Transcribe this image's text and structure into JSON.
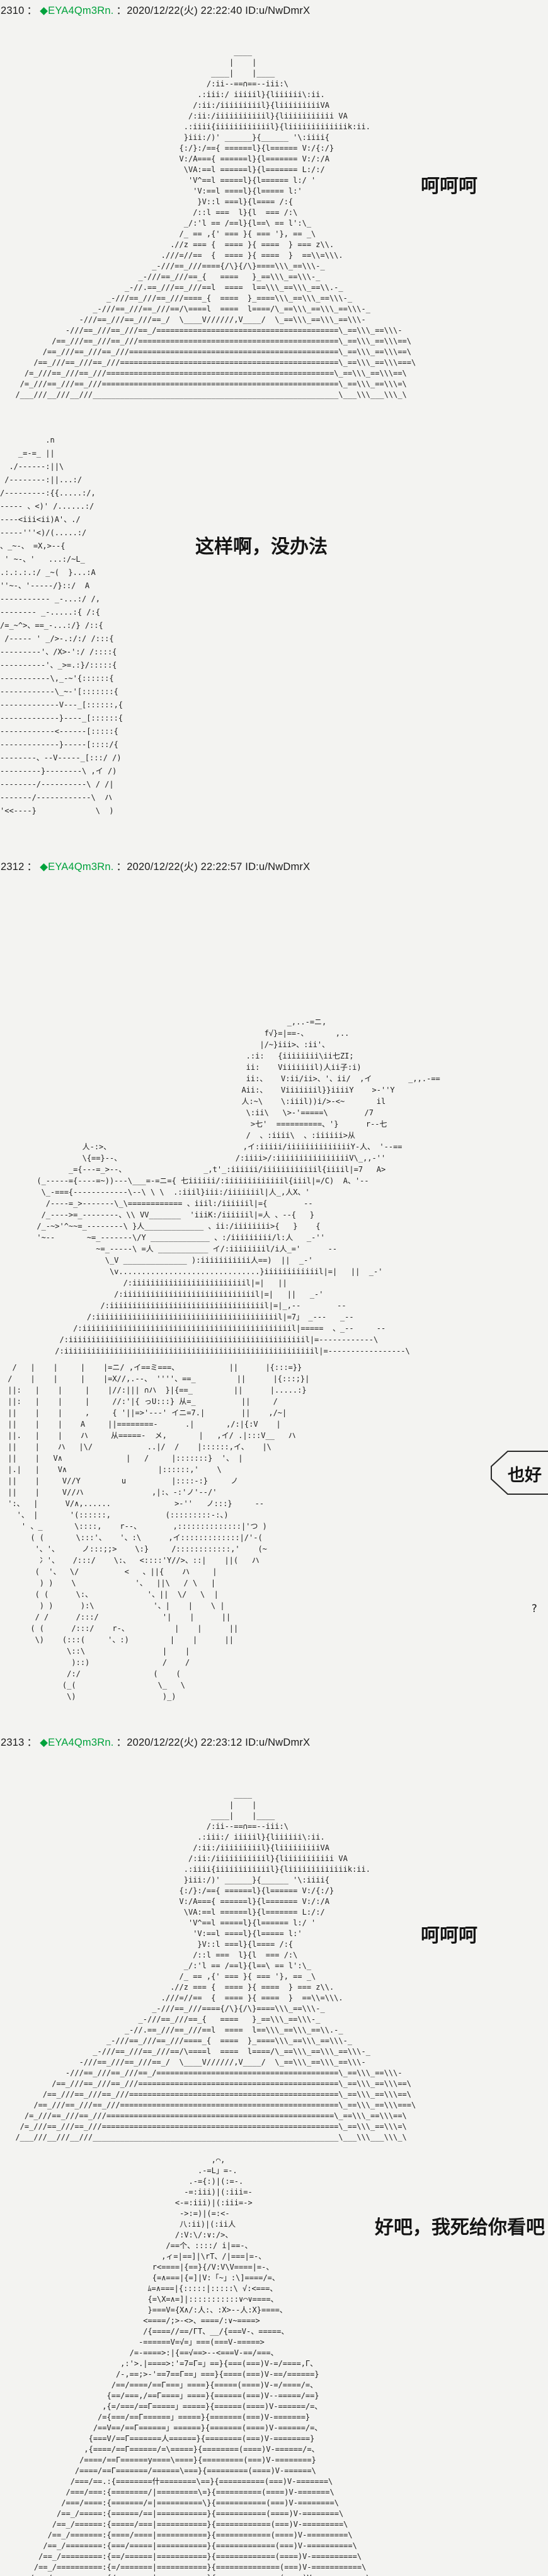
{
  "page": {
    "background_color": "#f3f3f1",
    "text_color": "#1b1b1b",
    "tripcode_color": "#00a23c"
  },
  "posts": [
    {
      "number": "2310",
      "sep": "：",
      "tripcode": "◆EYA4Qm3Rn.",
      "meta": "：2020/12/22(火) 22:22:40 ID:u/NwDmrX"
    },
    {
      "number": "2312",
      "sep": "：",
      "tripcode": "◆EYA4Qm3Rn.",
      "meta": "：2020/12/22(火) 22:22:57 ID:u/NwDmrX"
    },
    {
      "number": "2313",
      "sep": "：",
      "tripcode": "◆EYA4Qm3Rn.",
      "meta": "：2020/12/22(火) 22:23:12 ID:u/NwDmrX"
    }
  ],
  "dialogues": {
    "hehehe_1": "呵呵呵",
    "no_way": "这样啊，没办法",
    "also_fine": "也好",
    "question": "?",
    "hehehe_2": "呵呵呵",
    "die_for_you": "好吧，我死给你看吧"
  },
  "ascii_art": {
    "tophat_figure": [
      "                                                  ____",
      "                                                 |    |",
      "                                             ____|    |____",
      "                                            /:ii--==∩==--iii:\\",
      "                                          .:iii:/ iiiiil}{liiiiii\\:ii.",
      "                                         /:ii:/iiiiiiiiil}{liiiiiiiiiVA",
      "                                        /:ii:/iiiiiiiiiiil}{liiiiiiiiiii VA",
      "                                       .:iiii{iiiiiiiiiiiil}{liiiiiiiiiiiiik:ii.",
      "                                       }iii:/)' ______}{______ '\\:iiii{",
      "                                      {:/}:/=={ ======l}{l====== V:/{:/}",
      "                                      V:/A==={ ======l}{l======= V:/:/A",
      "                                       \\VA:==l ======l}{l======= L:/:/",
      "                                        'V^==l =====l}{l====== l:/ '",
      "                                         'V:==l ====l}{l===== l:'",
      "                                          }V::l ===l}{l==== /:{",
      "                                         /::l ===  l}{l  === /:\\",
      "                                       _/:'l == /==l}{l==\\ == l':\\_",
      "                                      /_ == ,{' === }{ === '}, == _\\",
      "                                    .//z === {  ==== }{ ====  } === z\\\\.",
      "                                  .///=//==  {  ==== }{ ====  }  ==\\\\=\\\\\\.",
      "                                _-///==_///===={/\\}{/\\}====\\\\\\_==\\\\\\-_",
      "                             _-///==_///==_{   ====   }_==\\\\\\_==\\\\\\-_",
      "                          _-//.==_///==_///==l  ====  l==\\\\\\_==\\\\\\_==\\\\.-_",
      "                      _-///==_///==_///====_{  ====  }_====\\\\\\_==\\\\\\_==\\\\\\-_",
      "                   _-///==_///==_///==/\\====l  ====  l====/\\_==\\\\\\_==\\\\\\_==\\\\\\-_",
      "                -///==_///==_///==_/  \\____V//////,V____/  \\_==\\\\\\_==\\\\\\_==\\\\\\-",
      "             -///==_///==_///==_/========================================\\_==\\\\\\_==\\\\\\-",
      "          /==_///==_///==_///============================================\\_==\\\\\\_==\\\\\\==\\",
      "        /==_///==_///==_///==============================================\\_==\\\\\\_==\\\\\\==\\",
      "      /==_///==_///==_///================================================\\_==\\\\\\_==\\\\\\===\\",
      "    /=_///==_///==_///==================================================\\_==\\\\\\_==\\\\\\==\\",
      "   /=_///==_///==_///====================================================\\_==\\\\\\_==\\\\\\=\\",
      "  /___///__///__///______________________________________________________\\___\\\\\\___\\\\\\_\\"
    ],
    "left_figure": [
      "          .n",
      "    _=-=_ ||",
      "  ./------:||\\",
      " /--------:||...:/",
      "/---------:{{.....:/,",
      "----- 、<)' /......:/",
      "----<iii<ii)A'、./",
      "-----'''<)/(.....:/",
      "、_~-、 =X,>--{",
      " ' ~-、'   ...:/~L_",
      ".:.:.:.:/ _~(  }...:A",
      "''~-、'-----/}::/  A",
      "----------- _-...:/ /,",
      "-------- _-.....:{ /:{",
      "/=_~^>、==_-...:/} /::{",
      " /----- ' _/>-.:/:/ /:::{",
      "---------'、/X>-':/ /::::{",
      "----------'、_>=.:}/:::::{",
      "-----------\\,_-~'{::::::{",
      "------------\\_~-'[:::::::{",
      "-------------V---_[::::::,{",
      "-------------}----_[::::::{",
      "------------<------[:::::{",
      "-------------}-----[::::/{",
      "--------、--V-----_[:::/ /)",
      "---------}--------\\ ,イ /)",
      "--------/----------\\ / /|",
      "-------/------------\\  ハ",
      "'<<----}             \\  )"
    ],
    "machine_scene": [
      "                                                             _,..-=ニ,",
      "                                                        f√}=|==-、      ,..",
      "                                                       |/~}iii>、:ii'、",
      "                                                    .:i:   {iiiiiiii\\ii七ZI;",
      "                                                    ii:    Viiiiiiil)人ii子:i)",
      "                                                    ii:、   V:ii/ii>、'、ii/  ,イ        _,,.-==",
      "                                                   Aii:、   Viiiiiiil}}iiiiY    >-''Y",
      "                                                   人:~\\    \\:iiil))i/>-<~       il",
      "                                                    \\:ii\\   \\>-'=====\\        /7",
      "                                                     >七'  ==========、'}      r--七",
      "                                                    /  、:iiii\\  、:iiiiii>从",
      "                人-:>、                             ,イ:iiiii/iiiiiiiiiiiiiiY-人、 '--==",
      "                \\{==}--、                         /:iiii>/:iiiiiiiiiiiiiiiiV\\_,,-''",
      "             _={---=_>--、                 _,t'_:iiiiii/iiiiiiiiiiiil{iiiil|=7   A>",
      "      (_-----={----=~))---\\___=-=ニ={ 七iiiiii/:iiiiiiiiiiiiil{iiil|=/C)  A、'--",
      "       \\_-==={------------\\--\\ \\ \\  .:iiil}iii:/iiiiiiil|人_,人X、'",
      "        /----=_>-------\\_\\============ 、iiil:/iiiiiil|={        --",
      "       /_---->=_--------、\\\\ VV_______  'iiiK:/iiiiiil|=人 、--{   }",
      "      /_-~>'^~~=_--------\\ }人_____________ 、ii:/iiiiiiii>{   }    {",
      "      '~--       ~=_-------\\/Y _____________ 、:/iiiiiiiii/l:人   _-''",
      "                   ~=_-----\\ =人 ___________ イ/:iiiiiiiil/i人_='      --",
      "                     \\_V ______________ ):iiiiiiiiiii人==)  ||  _-'",
      "                      \\v...............................}iiiiiiiiiiiil|=|   ||  _-'",
      "                         /:iiiiiiiiiiiiiiiiiiiiiiiiil|=|   ||",
      "                       /:iiiiiiiiiiiiiiiiiiiiiiiiiiiiil|=|   ||   _-'",
      "                    /:iiiiiiiiiiiiiiiiiiiiiiiiiiiiiiiiiil|=|_,--        --",
      "                 /:iiiiiiiiiiiiiiiiiiiiiiiiiiiiiiiiiiiiiiiil|=7」 _---   _--",
      "              /:iiiiiiiiiiiiiiiiiiiiiiiiiiiiiiiiiiiiiiiiiiiiiil|=====  、_--     --",
      "           /:iiiiiiiiiiiiiiiiiiiiiiiiiiiiiiiiiiiiiiiiiiiiiiiiiiiil|=------------\\",
      "          /:iiiiiiiiiiiiiiiiiiiiiiiiiiiiiiiiiiiiiiiiiiiiiiiiiiiiiiil|=-----------------\\"
    ],
    "two_figures": [
      "  /   |    |     |    |=ニ/ ,イ==ミ===、           ||      |{:::=}}",
      " /    |    |     |    |=X//,.--、 ''''、==_         ||      |{:::;}|",
      " ||:   |    |     |    |//:||| ∩ハ  }|{==_         ||      |.....:}",
      " ||:   |    |     |     //:'|{ っU:::} 从=_          ||     /",
      " ||    |    |     ,     { '||=>'---' イニ=7.|        ||    ,/~|",
      " ||    |    |    A     ||========-      .|       ,/:|{:V    |",
      " ||.   |    |    ハ     从=====-  メ,       |   ,イ/ .|:::V__   ハ",
      " ||    |    ハ   |\\/            ..|/  /    |::::::,イ、   |\\",
      " ||    |   V∧              |   /     |:::::::}  '、 |",
      " |.|   |    V∧                    |::::::,'    \\",
      " ||    |     V//Y         u          |::::-:}     ノ",
      " ||    |     V//ハ               ,|:、-:'ノ'--/'",
      " ':、  |      V/∧,......              >-''   ノ:::}     --",
      "   '、 |       '(::::::,            (:::::::::-:、)",
      "    ' 、_       \\::::,    r--、       ,::::::::::::::|'つ )",
      "      ( (       \\:::'、   '、:\\      ,イ:::::::::::::|/'-(",
      "       '、'、     ノ:::;;>    \\:}     /::::::::::::,'    (~",
      "        冫'、   /:::/    \\:、  <::::'Y//>、::|    ||(   ハ",
      "       (  '、  \\/          <   、||{    ハ     |",
      "        ) )    \\             '、  ||\\   / \\   |",
      "       ( (      \\:、            '、||  \\/   \\  |",
      "        ) )      ):\\             '、|    |    \\ |",
      "       / /      /:::/              '|    |      ||",
      "      ( (      /:::/    r-、          |    |      ||",
      "       \\)    (:::(     '、:)         |    |      ||",
      "              \\::\\                 |    |",
      "               )::)                /    /",
      "              /:/                (    (",
      "             (_(                  \\_   \\",
      "              \\)                   )_)"
    ],
    "kneeling_figure": [
      "                                           ,⌒,",
      "                                        .-=L」=-.",
      "                                      .-={:)|(:=-.",
      "                                     -=:iii)|(:iii=-",
      "                                   <-=:iii)|(:iii=->",
      "                                    ->:=)|(=:<-",
      "                                    八:ii)|(:ii人",
      "                                   /:V:\\/:∨:/>、",
      "                                 /==个、::::/ i|==-、",
      "                                ,ィ=|==]|\\rT、/|===|=-、",
      "                              r<====|{==}{/V:V\\V====|=-、",
      "                              {=∧===|{=]|V:「~」:\\]====/=、",
      "                             ﾑ=∧===|{:::::|:::::\\ √:<===、",
      "                             {=\\X=∧=]|:::::::::::∨⌒∨====、",
      "                             }===V={X∧/:人:、:X>--人:X}====、",
      "                            <====/;>-<>、====/:∨~====>",
      "                            /{====//==/ΓT、__/{===V-、=====、",
      "                           -======V=√=」===(===V-=====>",
      "                         /=-====>:|{==√==>--<===V-==/===、",
      "                       ,:'>.|====>:'=7=Γ=」==}{===(===)V-=/====,Γ、",
      "                      /-,==;>-'==7==Γ==」===}{====(===)V-==/======}",
      "                     /==/====/==Γ===」====}{=====(====)V-=/====/=、",
      "                    {==/===,/==Γ====」====}{======(===)V--=====/==}",
      "                   ,{=/===/==Γ=====」=====}{======(====)V-======/=、",
      "                  /={===/==Γ======」=====}{=======(===)V-=======}",
      "                 /==V==/==Γ======」======}{=======(====)V-======/=、",
      "                {===V/==Γ=======人======}{========(===)V-========}",
      "               ,{====/==Γ======/=\\=====}{========(====)V-======/=、",
      "              /====/==Γ======y====\\====}{=========(===)V-========}",
      "             /====/==Γ=======/======\\===}{=========(====)V-======\\",
      "            /===/==.:{========什========\\==}{==========(===)V-=======\\",
      "           /===/===:{========/|=========\\=}{==========(====)V-=======\\",
      "          /===/====:{=======/=|==========\\}{===========(===)V-========\\",
      "         /==_/=====:{======/==|===========}{===========(====)V-========\\",
      "        /==_/======:{=====/===|===========}{============(===)V-=========\\",
      "       /==_/=======:{====/====|===========}{============(====)V-=========\\",
      "      /==_/========:{===/=====|===========}{=============(===)V-==========\\",
      "     /==_/=========:{==/======|===========}{=============(====)V-==========\\",
      "    /==_/==========:{=/=======|===========}{==============(===)V-===========\\",
      "   /==_/===========:{/========|===========}{==============(====)V-===========\\"
    ]
  }
}
